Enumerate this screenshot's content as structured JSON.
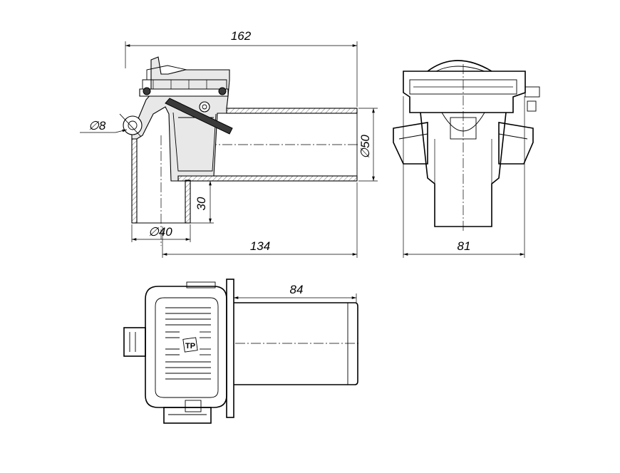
{
  "dimensions": {
    "overall_length": "162",
    "outlet_diameter_label": "50",
    "overflow_diameter_label": "8",
    "inlet_diameter_label": "40",
    "drop_height": "30",
    "outlet_length": "134",
    "width": "81",
    "pipe_length": "84"
  },
  "symbols": {
    "diameter": "∅"
  },
  "colors": {
    "line": "#000000",
    "background": "#ffffff",
    "hatch_fill": "#e8e8e8"
  },
  "logo_text": "TP"
}
